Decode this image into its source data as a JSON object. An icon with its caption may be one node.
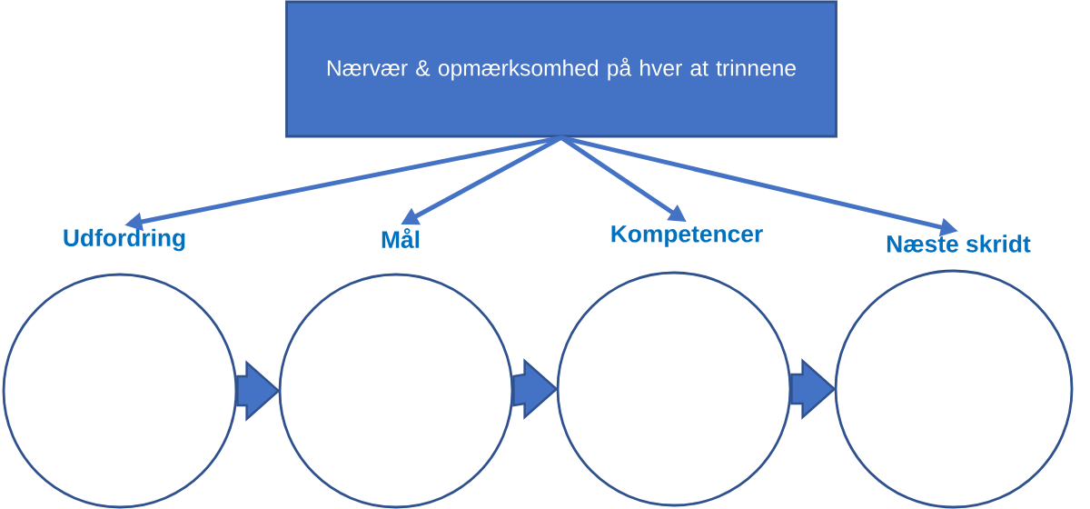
{
  "diagram": {
    "nodes": [
      {
        "text": [
          "Nærvær & opmærksomhed på hver at trinnene"
        ]
      },
      {
        "text": [
          "Udfordring"
        ]
      },
      {
        "text": [
          "Mål"
        ]
      },
      {
        "text": [
          "Kompetencer"
        ]
      },
      {
        "text": [
          "Næste skridt"
        ]
      },
      {
        "text": [],
        "shape": "circle"
      },
      {
        "text": [],
        "shape": "circle"
      },
      {
        "text": [],
        "shape": "circle"
      },
      {
        "text": [],
        "shape": "circle"
      }
    ],
    "edges": [
      {
        "from": 0,
        "to": 1,
        "arrow": "to"
      },
      {
        "from": 0,
        "to": 2,
        "arrow": "to"
      },
      {
        "from": 0,
        "to": 3,
        "arrow": "to"
      },
      {
        "from": 0,
        "to": 4,
        "arrow": "to"
      },
      {
        "from": 5,
        "to": 6,
        "arrow": "to",
        "style": "thick"
      },
      {
        "from": 6,
        "to": 7,
        "arrow": "to",
        "style": "thick"
      },
      {
        "from": 7,
        "to": 8,
        "arrow": "to",
        "style": "thick"
      }
    ]
  }
}
